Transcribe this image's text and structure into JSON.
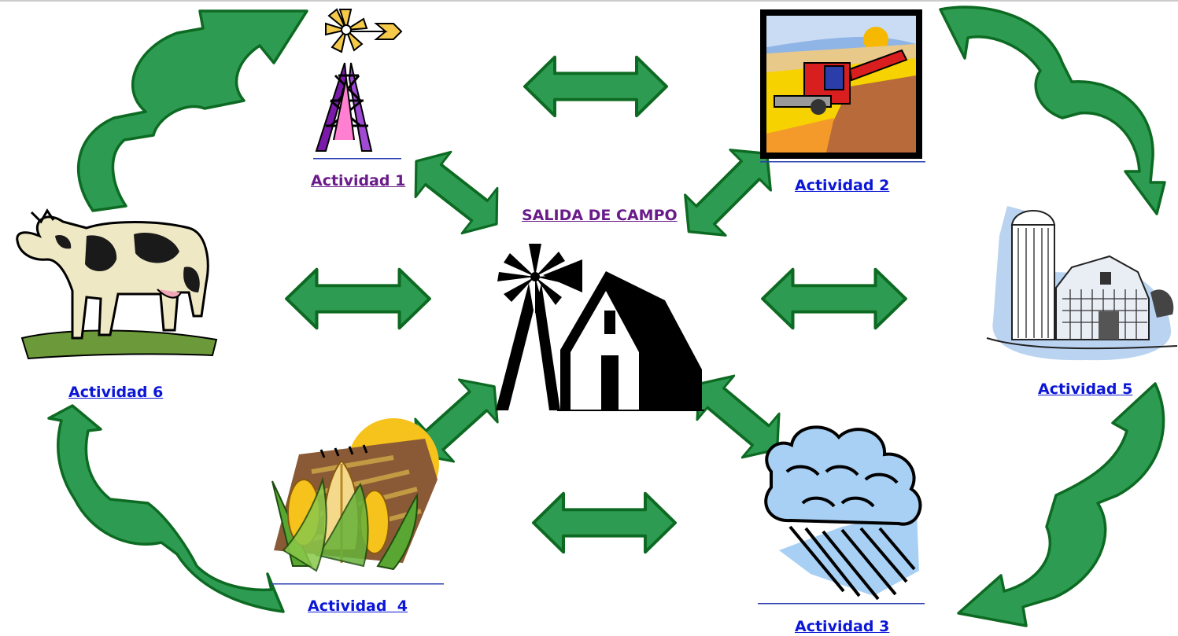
{
  "center": {
    "label": "SALIDA DE CAMPO",
    "icon": "farm-windmill-barn-icon"
  },
  "activities": [
    {
      "id": 1,
      "label": "Actividad 1",
      "icon": "windmill-icon"
    },
    {
      "id": 2,
      "label": "Actividad 2",
      "icon": "harvester-icon"
    },
    {
      "id": 3,
      "label": "Actividad 3",
      "icon": "rain-cloud-icon"
    },
    {
      "id": 4,
      "label": "Actividad  4",
      "icon": "corn-wheat-icon"
    },
    {
      "id": 5,
      "label": "Actividad 5",
      "icon": "silo-barn-icon"
    },
    {
      "id": 6,
      "label": "Actividad 6",
      "icon": "cow-icon"
    }
  ],
  "colors": {
    "arrow_fill": "#2e9b52",
    "arrow_stroke": "#0d6a22",
    "link": "#0b16d6",
    "visited_link": "#6a1b8a"
  }
}
